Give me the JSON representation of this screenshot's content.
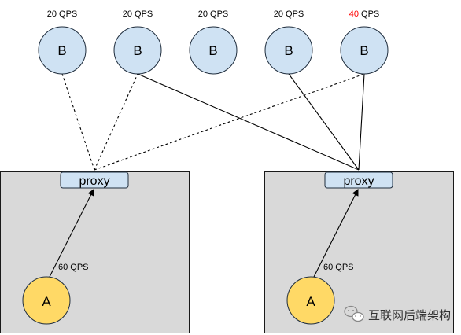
{
  "b_nodes": [
    {
      "label": "B",
      "qps_value": "20",
      "qps_unit": " QPS",
      "qps_highlight": false
    },
    {
      "label": "B",
      "qps_value": "20",
      "qps_unit": " QPS",
      "qps_highlight": false
    },
    {
      "label": "B",
      "qps_value": "20",
      "qps_unit": " QPS",
      "qps_highlight": false
    },
    {
      "label": "B",
      "qps_value": "20",
      "qps_unit": " QPS",
      "qps_highlight": false
    },
    {
      "label": "B",
      "qps_value": "40",
      "qps_unit": " QPS",
      "qps_highlight": true
    }
  ],
  "hosts": [
    {
      "proxy_label": "proxy",
      "a_label": "A",
      "a_qps": "60 QPS"
    },
    {
      "proxy_label": "proxy",
      "a_label": "A",
      "a_qps": "60 QPS"
    }
  ],
  "edges": [
    {
      "from": "host-1-proxy",
      "to": "b-1",
      "style": "dashed"
    },
    {
      "from": "host-1-proxy",
      "to": "b-2",
      "style": "dashed"
    },
    {
      "from": "host-1-proxy",
      "to": "b-5",
      "style": "dashed"
    },
    {
      "from": "host-2-proxy",
      "to": "b-2",
      "style": "solid"
    },
    {
      "from": "host-2-proxy",
      "to": "b-4",
      "style": "solid"
    },
    {
      "from": "host-2-proxy",
      "to": "b-5",
      "style": "solid"
    }
  ],
  "watermark": {
    "text": "互联网后端架构",
    "icon": "wechat-icon"
  },
  "colors": {
    "b_fill": "#cfe2f3",
    "b_stroke": "#1f2d3d",
    "a_fill": "#ffd966",
    "host_fill": "#d9d9d9",
    "proxy_fill": "#cfe2f3",
    "highlight_text": "#ff0000",
    "text": "#000000"
  }
}
